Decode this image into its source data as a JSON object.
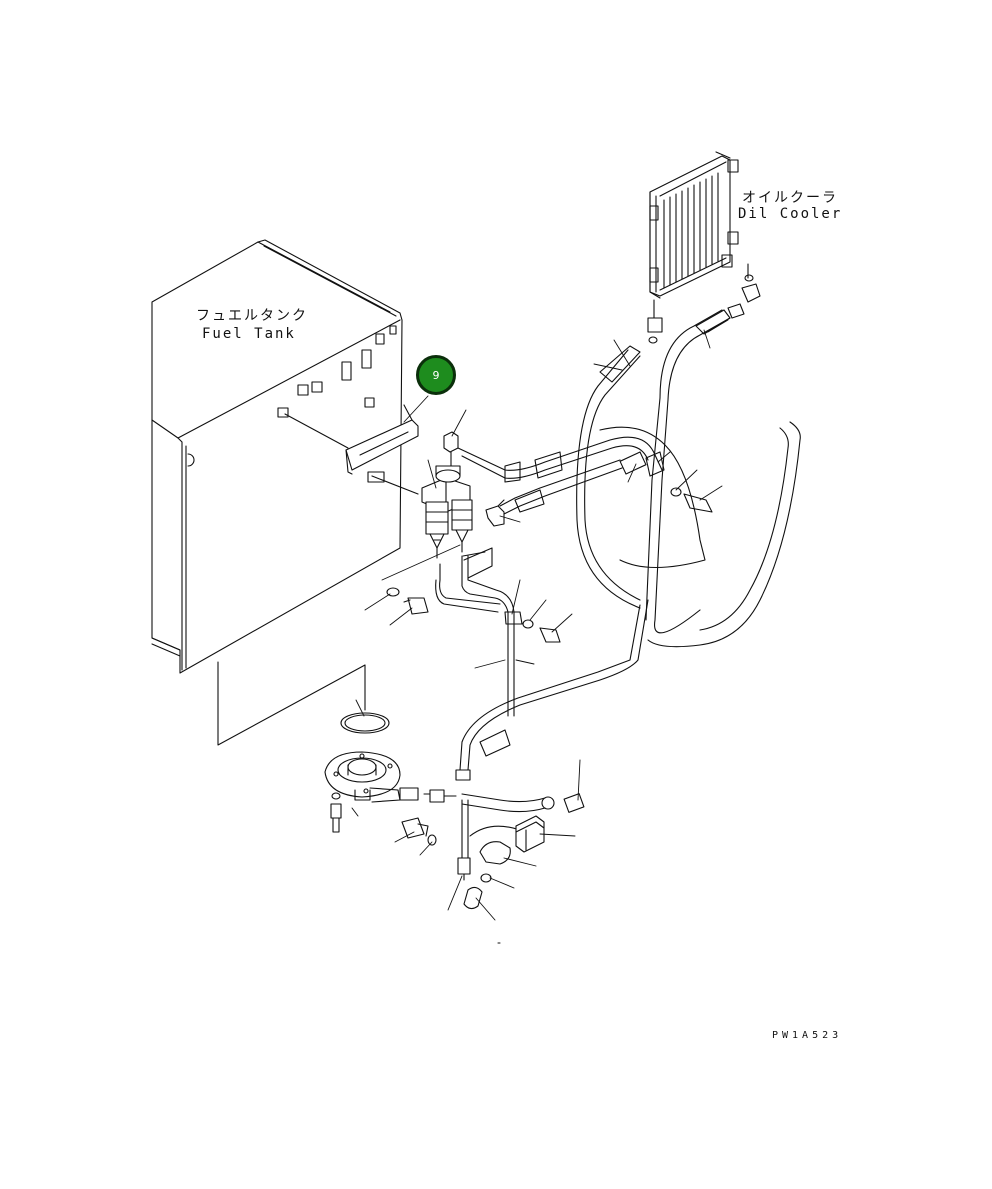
{
  "labels": {
    "fuel_tank_jp": "フュエルタンク",
    "fuel_tank_en": "Fuel Tank",
    "oil_cooler_jp": "オイルクーラ",
    "oil_cooler_en": "Dil Cooler"
  },
  "callout": {
    "number": "9",
    "color": "#1e8c1e"
  },
  "drawing_id": "PW1A523"
}
